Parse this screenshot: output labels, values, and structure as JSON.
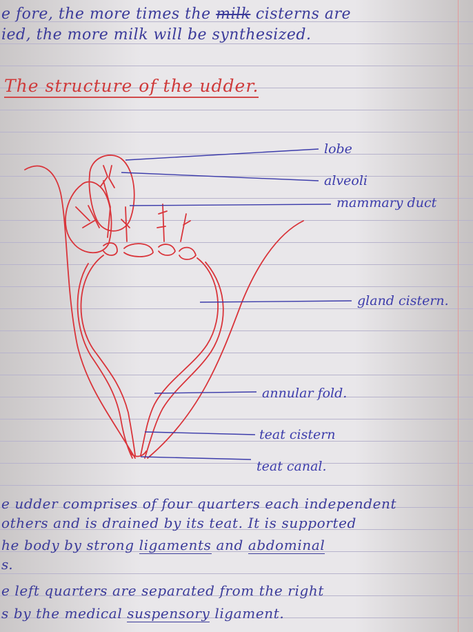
{
  "top_text": {
    "line1_a": "e fore, the more times the ",
    "line1_struck": "milk",
    "line1_b": " cisterns are",
    "line2": "ied, the more milk will be synthesized."
  },
  "heading": "The structure of the udder.",
  "diagram": {
    "labels": [
      "lobe",
      "alveoli",
      "mammary duct",
      "gland cistern.",
      "annular fold.",
      "teat cistern",
      "teat canal."
    ],
    "ink_color_labels": "#3c3cab",
    "ink_color_drawing": "#d9343a"
  },
  "body_text": {
    "l1": "e udder comprises of four quarters each independent",
    "l2": " others and is drained by its teat. It is supported",
    "l3_a": "he body by strong ",
    "l3_u1": "ligaments",
    "l3_b": " and ",
    "l3_u2": "abdominal",
    "l4": "s.",
    "l5": "e left quarters are separated from the right",
    "l6_a": "s by the medical ",
    "l6_u": "suspensory",
    "l6_b": " ligament."
  }
}
